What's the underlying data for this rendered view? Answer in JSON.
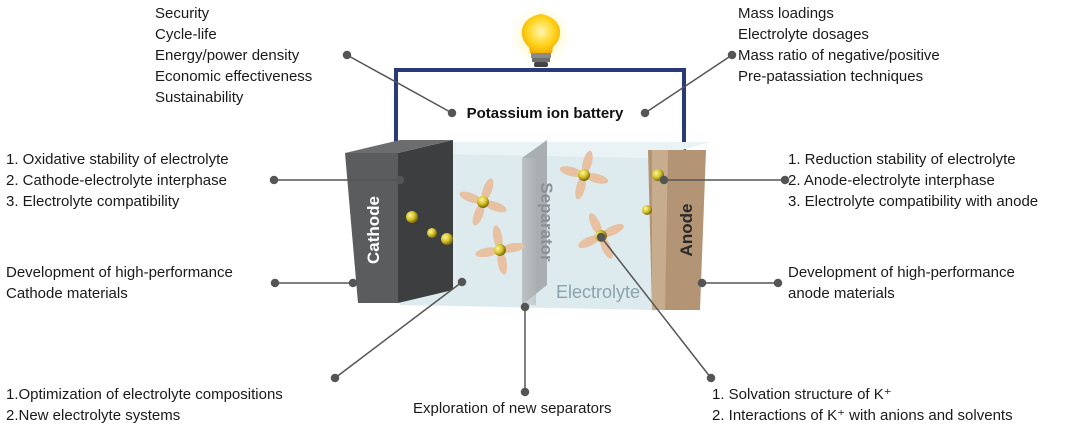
{
  "title": "Potassium ion battery",
  "battery": {
    "cathode_label": "Cathode",
    "separator_label": "Separator",
    "anode_label": "Anode",
    "electrolyte_label": "Electrolyte"
  },
  "annotations": {
    "top_left": [
      "Security",
      "Cycle-life",
      "Energy/power density",
      "Economic effectiveness",
      "Sustainability"
    ],
    "top_right": [
      "Mass loadings",
      "Electrolyte dosages",
      "Mass ratio of negative/positive",
      "Pre-patassiation techniques"
    ],
    "cathode_interface": [
      "1. Oxidative stability of electrolyte",
      "2. Cathode-electrolyte interphase",
      "3. Electrolyte compatibility"
    ],
    "cathode_materials": [
      "Development of high-performance",
      "Cathode materials"
    ],
    "anode_interface": [
      "1. Reduction stability of electrolyte",
      "2. Anode-electrolyte interphase",
      "3. Electrolyte compatibility with anode"
    ],
    "anode_materials": [
      "Development of high-performance",
      "anode materials"
    ],
    "electrolyte_bottom": [
      "1.Optimization of electrolyte compositions",
      "2.New electrolyte systems"
    ],
    "separator_bottom": [
      "Exploration of new separators"
    ],
    "solvation_bottom": [
      "1. Solvation structure of K⁺",
      "2. Interactions of K⁺ with  anions and solvents"
    ]
  },
  "colors": {
    "cathode_front": "#5a5c5e",
    "cathode_side": "#3c3e40",
    "anode_front": "#b39475",
    "electrolyte": "#d7e8ec",
    "wire": "#283a78",
    "k_ion": "#d6c52a",
    "solvent_petal": "#e8c0a2",
    "leader_line": "#555555"
  },
  "icons": {
    "bulb": "light-bulb-icon"
  }
}
